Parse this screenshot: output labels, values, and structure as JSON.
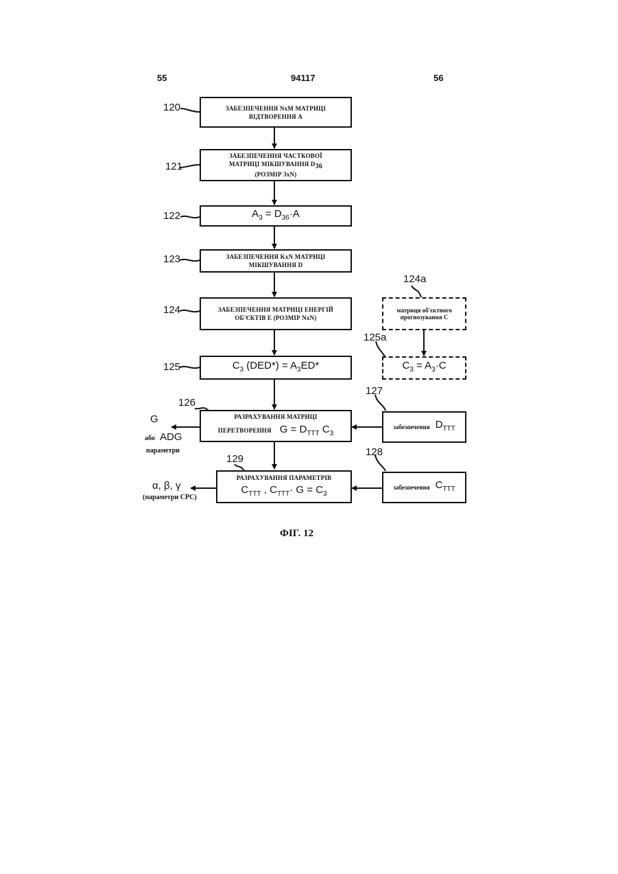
{
  "header": {
    "page_left": "55",
    "doc_number": "94117",
    "page_right": "56"
  },
  "steps": {
    "s120": {
      "ref": "120",
      "line1": "ЗАБЕЗПЕЧЕННЯ NxM МАТРИЦІ",
      "line2": "ВІДТВОРЕННЯ A"
    },
    "s121": {
      "ref": "121",
      "line1": "ЗАБЕЗПЕЧЕННЯ ЧАСТКОВОЇ",
      "line2": "МАТРИЦІ МІКШУВАННЯ D",
      "sub": "36",
      "line3": "(РОЗМІР 3xN)"
    },
    "s122": {
      "ref": "122",
      "a": "A",
      "a_sub": "3",
      "eq": " = D",
      "d_sub": "36",
      "rest": "·A"
    },
    "s123": {
      "ref": "123",
      "line1": "ЗАБЕЗПЕЧЕННЯ KxN МАТРИЦІ",
      "line2": "МІКШУВАННЯ D"
    },
    "s124": {
      "ref": "124",
      "line1": "ЗАБЕЗПЕЧЕННЯ МАТРИЦІ ЕНЕРГІЙ",
      "line2": "ОБ'ЄКТІВ  E (РОЗМІР NxN)"
    },
    "s125": {
      "ref": "125",
      "c": "C",
      "c_sub": "3",
      "mid": " (DED*) = A",
      "a_sub": "3",
      "rest": "ED*"
    },
    "s126": {
      "ref": "126",
      "line1": "РАЗРАХУВАННЯ МАТРИЦІ",
      "line2": "ПЕРЕТВОРЕННЯ",
      "formula_a": "G = D",
      "formula_sub": "TTT",
      "formula_b": " C",
      "formula_c_sub": "3"
    },
    "s129": {
      "ref": "129",
      "line1": "РАЗРАХУВАННЯ ПАРАМЕТРІВ",
      "f1": "C",
      "f1_sub": "TTT",
      "sep": "  ,  ",
      "f2": "C",
      "f2_sub": "TTT",
      "f2_rest": "· G = C",
      "f2_c_sub": "3"
    }
  },
  "side_steps": {
    "s124a": {
      "ref": "124a",
      "line1": "матриця об'єктного",
      "line2": "прогнозування  C"
    },
    "s125a": {
      "ref": "125a",
      "c": "C",
      "c_sub": "3",
      "eq": " = A",
      "a_sub": "3",
      "rest": "·C"
    },
    "s127": {
      "ref": "127",
      "label": "забезпечення",
      "sym": "D",
      "sym_sub": "TTT"
    },
    "s128": {
      "ref": "128",
      "label": "забезпечення",
      "sym": "C",
      "sym_sub": "TTT"
    }
  },
  "outputs": {
    "g": "G",
    "or": "або",
    "adg": "ADG",
    "params": "параметри",
    "greek": "α, β, γ",
    "cpc": "(параметри CPC)"
  },
  "figure_caption": "ФІГ. 12"
}
